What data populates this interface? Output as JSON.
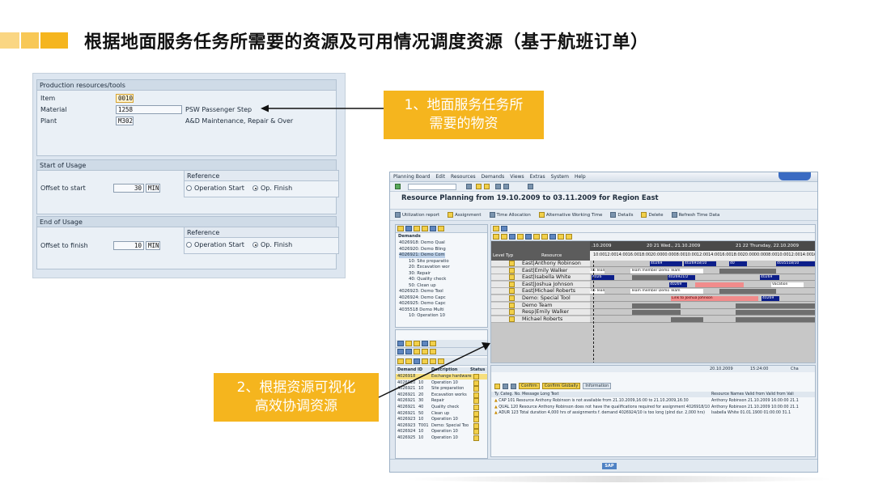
{
  "title": "根据地面服务任务所需要的资源及可用情况调度资源（基于航班订单）",
  "colors": {
    "accent": "#f5b51e",
    "sap_bg": "#dfe7f0",
    "gantt_navy": "#0c1e8a",
    "gantt_pink": "#f18b8b"
  },
  "callouts": {
    "c1_line1": "1、地面服务任务所",
    "c1_line2": "需要的物资",
    "c2_line1": "2、根据资源可视化",
    "c2_line2": "高效协调资源"
  },
  "form": {
    "group1_title": "Production resources/tools",
    "item_label": "Item",
    "item_value": "0010",
    "material_label": "Material",
    "material_value": "1258",
    "material_desc": "PSW Passenger Step",
    "plant_label": "Plant",
    "plant_value": "M302",
    "plant_desc": "A&D Maintenance, Repair & Over",
    "group2_title": "Start of Usage",
    "offset_start_label": "Offset to start",
    "offset_start_value": "30",
    "unit": "MIN",
    "reference_label": "Reference",
    "op_start_label": "Operation Start",
    "op_finish_label": "Op. Finish",
    "group3_title": "End of Usage",
    "offset_finish_label": "Offset to finish",
    "offset_finish_value": "10"
  },
  "sap": {
    "menu": [
      "Planning Board",
      "Edit",
      "Resources",
      "Demands",
      "Views",
      "Extras",
      "System",
      "Help"
    ],
    "window_title": "Resource Planning from 19.10.2009 to 03.11.2009 for Region East",
    "app_toolbar": [
      "Utilization report",
      "Assignment",
      "Time Allocation",
      "Alternative Working Time",
      "Details",
      "Delete",
      "Refresh Time Data"
    ],
    "demands_header": "Demands",
    "tree": [
      {
        "text": "4026918: Demo Qual",
        "indent": false,
        "selected": false
      },
      {
        "text": "4026920: Demo Bling",
        "indent": false,
        "selected": false
      },
      {
        "text": "4026921: Demo Com",
        "indent": false,
        "selected": true
      },
      {
        "text": "10: Site preparatio",
        "indent": true,
        "selected": false
      },
      {
        "text": "20: Excavation wor",
        "indent": true,
        "selected": false
      },
      {
        "text": "30: Repair",
        "indent": true,
        "selected": false
      },
      {
        "text": "40: Quality check",
        "indent": true,
        "selected": false
      },
      {
        "text": "50: Clean up",
        "indent": true,
        "selected": false
      },
      {
        "text": "4026923: Demo Tool",
        "indent": false,
        "selected": false
      },
      {
        "text": "4026924: Demo Capc",
        "indent": false,
        "selected": false
      },
      {
        "text": "4026925: Demo Capc",
        "indent": false,
        "selected": false
      },
      {
        "text": "4035518 Demo Multi",
        "indent": false,
        "selected": false
      },
      {
        "text": "10: Operation 10",
        "indent": true,
        "selected": false
      }
    ],
    "gantt_col_level": "Level",
    "gantt_col_typ": "Typ",
    "gantt_col_resource": "Resource",
    "gantt_dates": [
      ".10.2009",
      "20 21  Wed., 21.10.2009",
      "21 22  Thursday, 22.10.2009"
    ],
    "gantt_times": [
      "10:00",
      "12:00",
      "14:00",
      "16:00",
      "18:00",
      "20:00",
      "00:00",
      "08:00",
      "10:00",
      "12:00",
      "14:00",
      "16:00",
      "18:00",
      "20:00",
      "00:00",
      "08:00",
      "10:00",
      "12:00",
      "14:00",
      "16"
    ],
    "resources": [
      {
        "name": "East|Anthony Robinson"
      },
      {
        "name": "East|Emily Walker"
      },
      {
        "name": "East|Isabella White"
      },
      {
        "name": "East|Joshua Johnson"
      },
      {
        "name": "East|Michael Roberts"
      },
      {
        "name": "Demo: Special Tool"
      },
      {
        "name": "Demo Team"
      },
      {
        "name": "Resp|Emily Walker"
      },
      {
        "name": "Michael Roberts"
      }
    ],
    "bar_labels": {
      "r0a": "40269 ",
      "r0b": "4026918/10",
      "r0c": "40",
      "r0d": "4035518/10",
      "r1a": "no Team",
      "r1b": "Team member Demo Team",
      "r2a": "4026",
      "r2b": "4026921/2",
      "r2c": "40269",
      "r3a": "40269",
      "r3b": "Vacation",
      "r4a": "no Team",
      "r4b": "Team member Demo Team",
      "r5a": "Link to Joshua Johnson",
      "r5b": "40269"
    },
    "demand_cols": [
      "Demand ID",
      "Description",
      "Status"
    ],
    "demands": [
      {
        "id": "4026918",
        "op": "",
        "desc": "Exchange hardware",
        "selected": true
      },
      {
        "id": "4026920",
        "op": "10",
        "desc": "Operation 10",
        "selected": false
      },
      {
        "id": "4026921",
        "op": "10",
        "desc": "Site preparation",
        "selected": false
      },
      {
        "id": "4026921",
        "op": "20",
        "desc": "Excavation works",
        "selected": false
      },
      {
        "id": "4026921",
        "op": "30",
        "desc": "Repair",
        "selected": false
      },
      {
        "id": "4026921",
        "op": "40",
        "desc": "Quality check",
        "selected": false
      },
      {
        "id": "4026921",
        "op": "50",
        "desc": "Clean up",
        "selected": false
      },
      {
        "id": "4026923",
        "op": "10",
        "desc": "Operation 10",
        "selected": false
      },
      {
        "id": "4026923",
        "op": "T001",
        "desc": "Demo: Special Too",
        "selected": false
      },
      {
        "id": "4026924",
        "op": "10",
        "desc": "Operation 10",
        "selected": false
      },
      {
        "id": "4026925",
        "op": "10",
        "desc": "Operation 10",
        "selected": false
      }
    ],
    "status_date": "20.10.2009",
    "status_time": "15:24:00",
    "status_cha": "Cha",
    "msg_toolbar": [
      "Confirm",
      "Confirm Globally",
      "Information"
    ],
    "msg_cols": "Ty. Categ.  No.  Message Long Text",
    "msg_right_cols": "Resource Names  Valid from  Valid from  Vali",
    "messages": [
      {
        "text": "CAP   101 Resource Anthony Robinson is not available from 21.10.2009,16:00 to 21.10.2009,16:30",
        "right": "Anthony Robinson 21.10.2009  16:00:00  21.1"
      },
      {
        "text": "QUAL  120 Resource Anthony Robinson does not have the qualifications required for assignment 4026918/10",
        "right": "Anthony Robinson 21.10.2009  10:00:00  21.1"
      },
      {
        "text": "ADUR  123 Total duration 4,000 hrs of assignments f. demand 4026924/10 is too long (plnd dur. 2,000 hrs)",
        "right": "Isabella White   01.01.1900  01:00:00  31.1"
      }
    ],
    "logo": "SAP"
  }
}
